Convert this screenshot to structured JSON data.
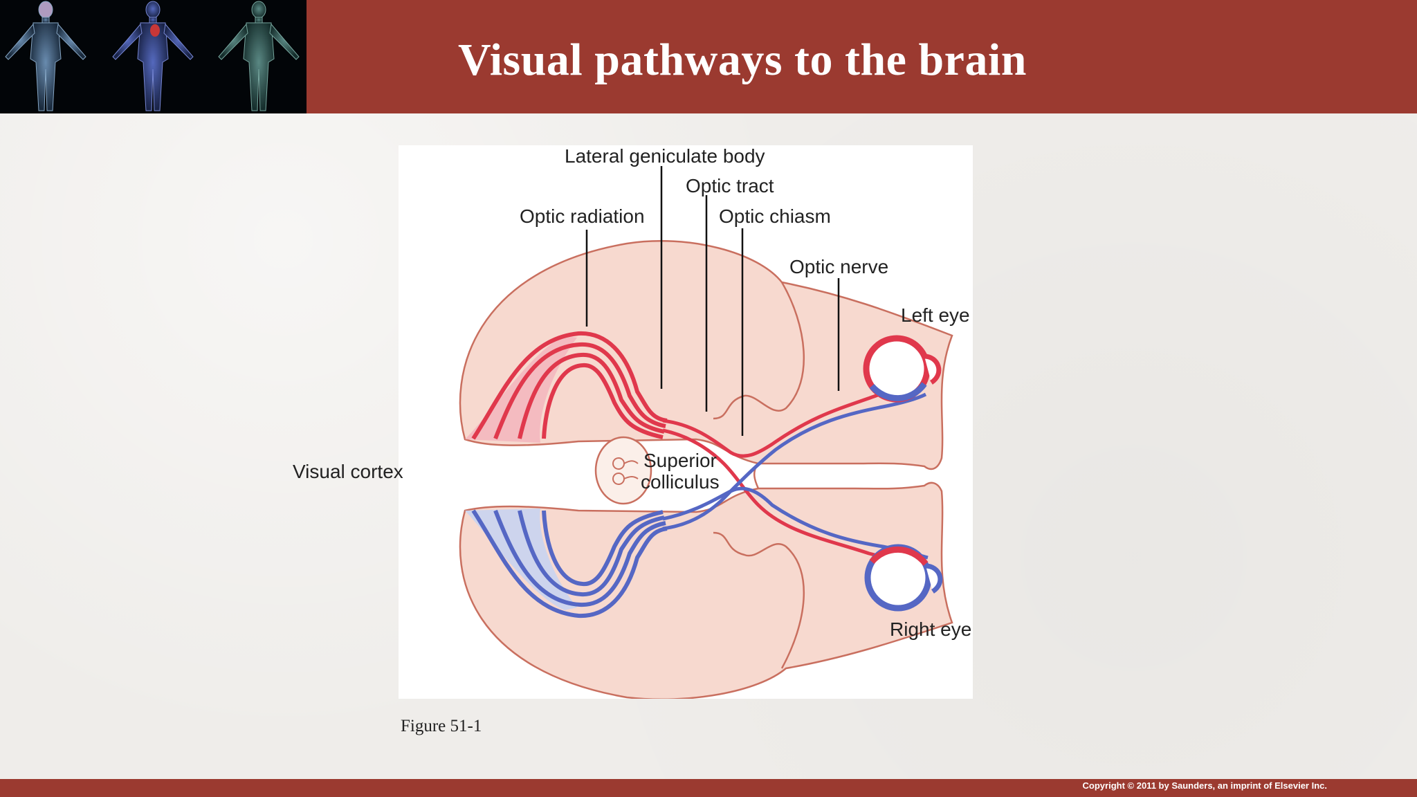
{
  "header": {
    "title": "Visual pathways to the brain"
  },
  "diagram": {
    "labels": {
      "lateral_geniculate_body": "Lateral geniculate body",
      "optic_tract": "Optic tract",
      "optic_radiation": "Optic radiation",
      "optic_chiasm": "Optic chiasm",
      "optic_nerve": "Optic nerve",
      "left_eye": "Left eye",
      "visual_cortex": "Visual cortex",
      "superior": "Superior",
      "colliculus": "colliculus",
      "right_eye": "Right eye"
    },
    "colors": {
      "brain_fill": "#f7d9cf",
      "outline": "#c96f5f",
      "red_pathway": "#e0384c",
      "blue_pathway": "#5567c4"
    }
  },
  "caption": "Figure 51-1",
  "footer": {
    "copyright": "Copyright © 2011 by Saunders, an imprint of Elsevier Inc."
  }
}
